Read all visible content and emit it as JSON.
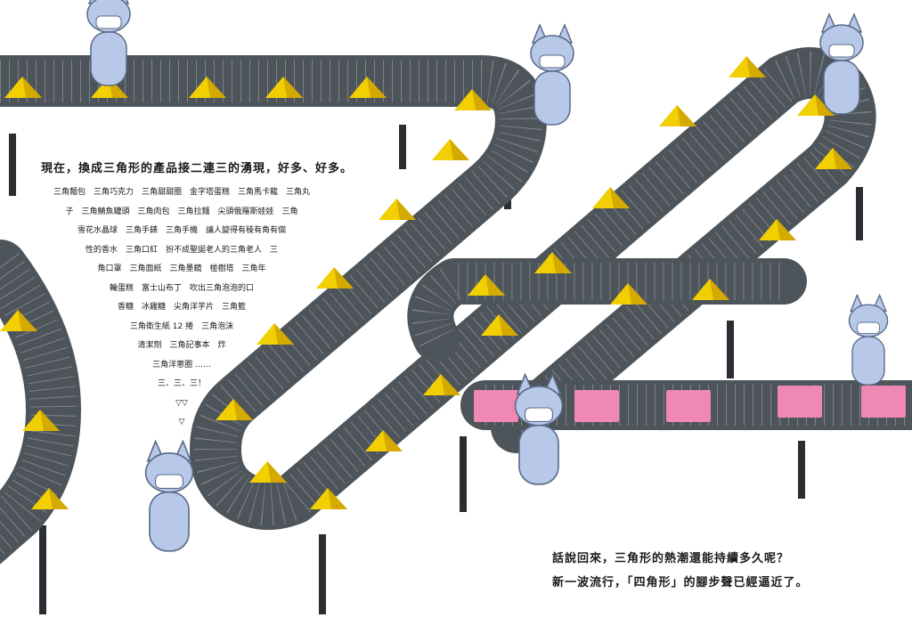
{
  "colors": {
    "belt": "#4d545a",
    "belt_stripe": "#d9dde0",
    "triangle": "#f2cf00",
    "triangle_shade": "#d4a900",
    "box": "#ef89b4",
    "cat": "#b8c8e8",
    "cat_outline": "#5a6a88",
    "leg": "#2a2e33"
  },
  "intro_text": "現在，換成三角形的產品接二連三的湧現，好多、好多。",
  "product_list": [
    "三角麵包　三角巧克力　三角甜甜圈　金字塔蛋糕　三角馬卡龍　三角丸",
    "子　三角鯖魚罐頭　三角肉包　三角拉麵　尖頭俄羅斯娃娃　三角",
    "雪花水晶球　三角手錶　三角手機　讓人變得有稜有角有個",
    "性的香水　三角口紅　扮不成聖誕老人的三角老人　三",
    "角口罩　三角面紙　三角墨鏡　椪樹塔　三角年",
    "輪蛋糕　富士山布丁　吹出三角泡泡的口",
    "香糖　冰雞糖　尖角洋芋片　三角籃",
    "三角衛生紙 12 捲　三角泡沫",
    "清潔劑　三角記事本　炸",
    "三角洋蔥圈 ……",
    "三、三、三！",
    "▽▽",
    "▽"
  ],
  "closing_text": [
    "話說回來，三角形的熱潮還能持續多久呢？",
    "新一波流行，「四角形」的腳步聲已經逼近了。"
  ]
}
